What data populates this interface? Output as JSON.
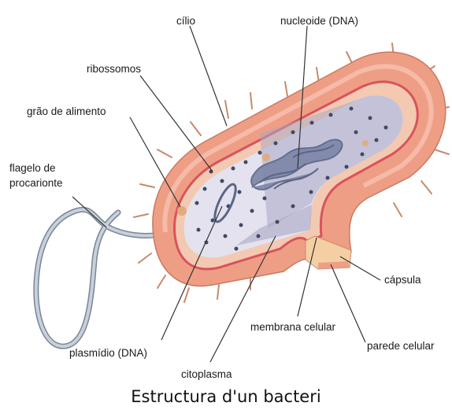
{
  "labels": {
    "cilio": "cílio",
    "nucleoide": "nucleoide (DNA)",
    "ribossomos": "ribossomos",
    "grao": "grão de alimento",
    "flagelo_1": "flagelo de",
    "flagelo_2": "procarionte",
    "capsula": "cápsula",
    "membrana": "membrana celular",
    "parede": "parede celular",
    "plasmidio": "plasmídio (DNA)",
    "citoplasma": "citoplasma"
  },
  "caption": "Estructura d'un bacteri",
  "colors": {
    "capsule": "#ef9e86",
    "capsule_light": "#f8c8b6",
    "wall": "#f3c9b2",
    "membrane_red": "#d9535a",
    "cytoplasm": "#e4e2ef",
    "cytoplasm_dark": "#a9a8c4",
    "ribosome": "#3f4a63",
    "dna": "#7c86a8",
    "food_granule": "#e0ac7e",
    "flagellum": "#c8d0dc",
    "wall_cut": "#f5cfa4"
  }
}
